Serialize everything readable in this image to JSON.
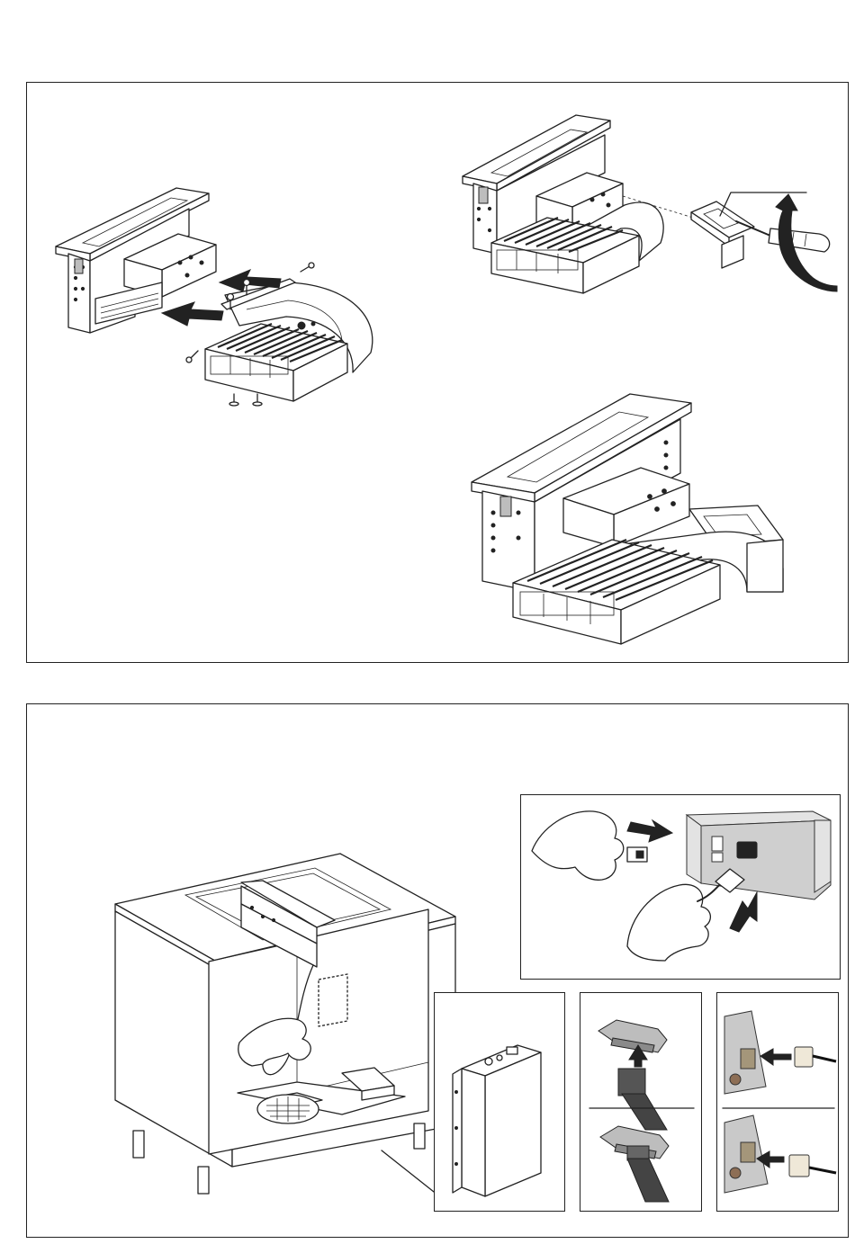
{
  "document": {
    "background": "#ffffff",
    "line_color": "#222222"
  },
  "panels": [
    {
      "figures": [
        "duct-attach-illustration",
        "bracket-screw-illustration",
        "assembled-unit-illustration"
      ]
    },
    {
      "figures": [
        "cabinet-illustration",
        "power-connect-inset",
        "control-box-inset",
        "ribbon-connector-insets",
        "plug-connector-insets"
      ]
    }
  ],
  "icons": {
    "push_arrow": "arrow-icon",
    "screwdriver": "screwdriver-icon",
    "rotate": "rotate-arrow-icon",
    "hand": "hand-icon",
    "screw": "screw-icon"
  }
}
